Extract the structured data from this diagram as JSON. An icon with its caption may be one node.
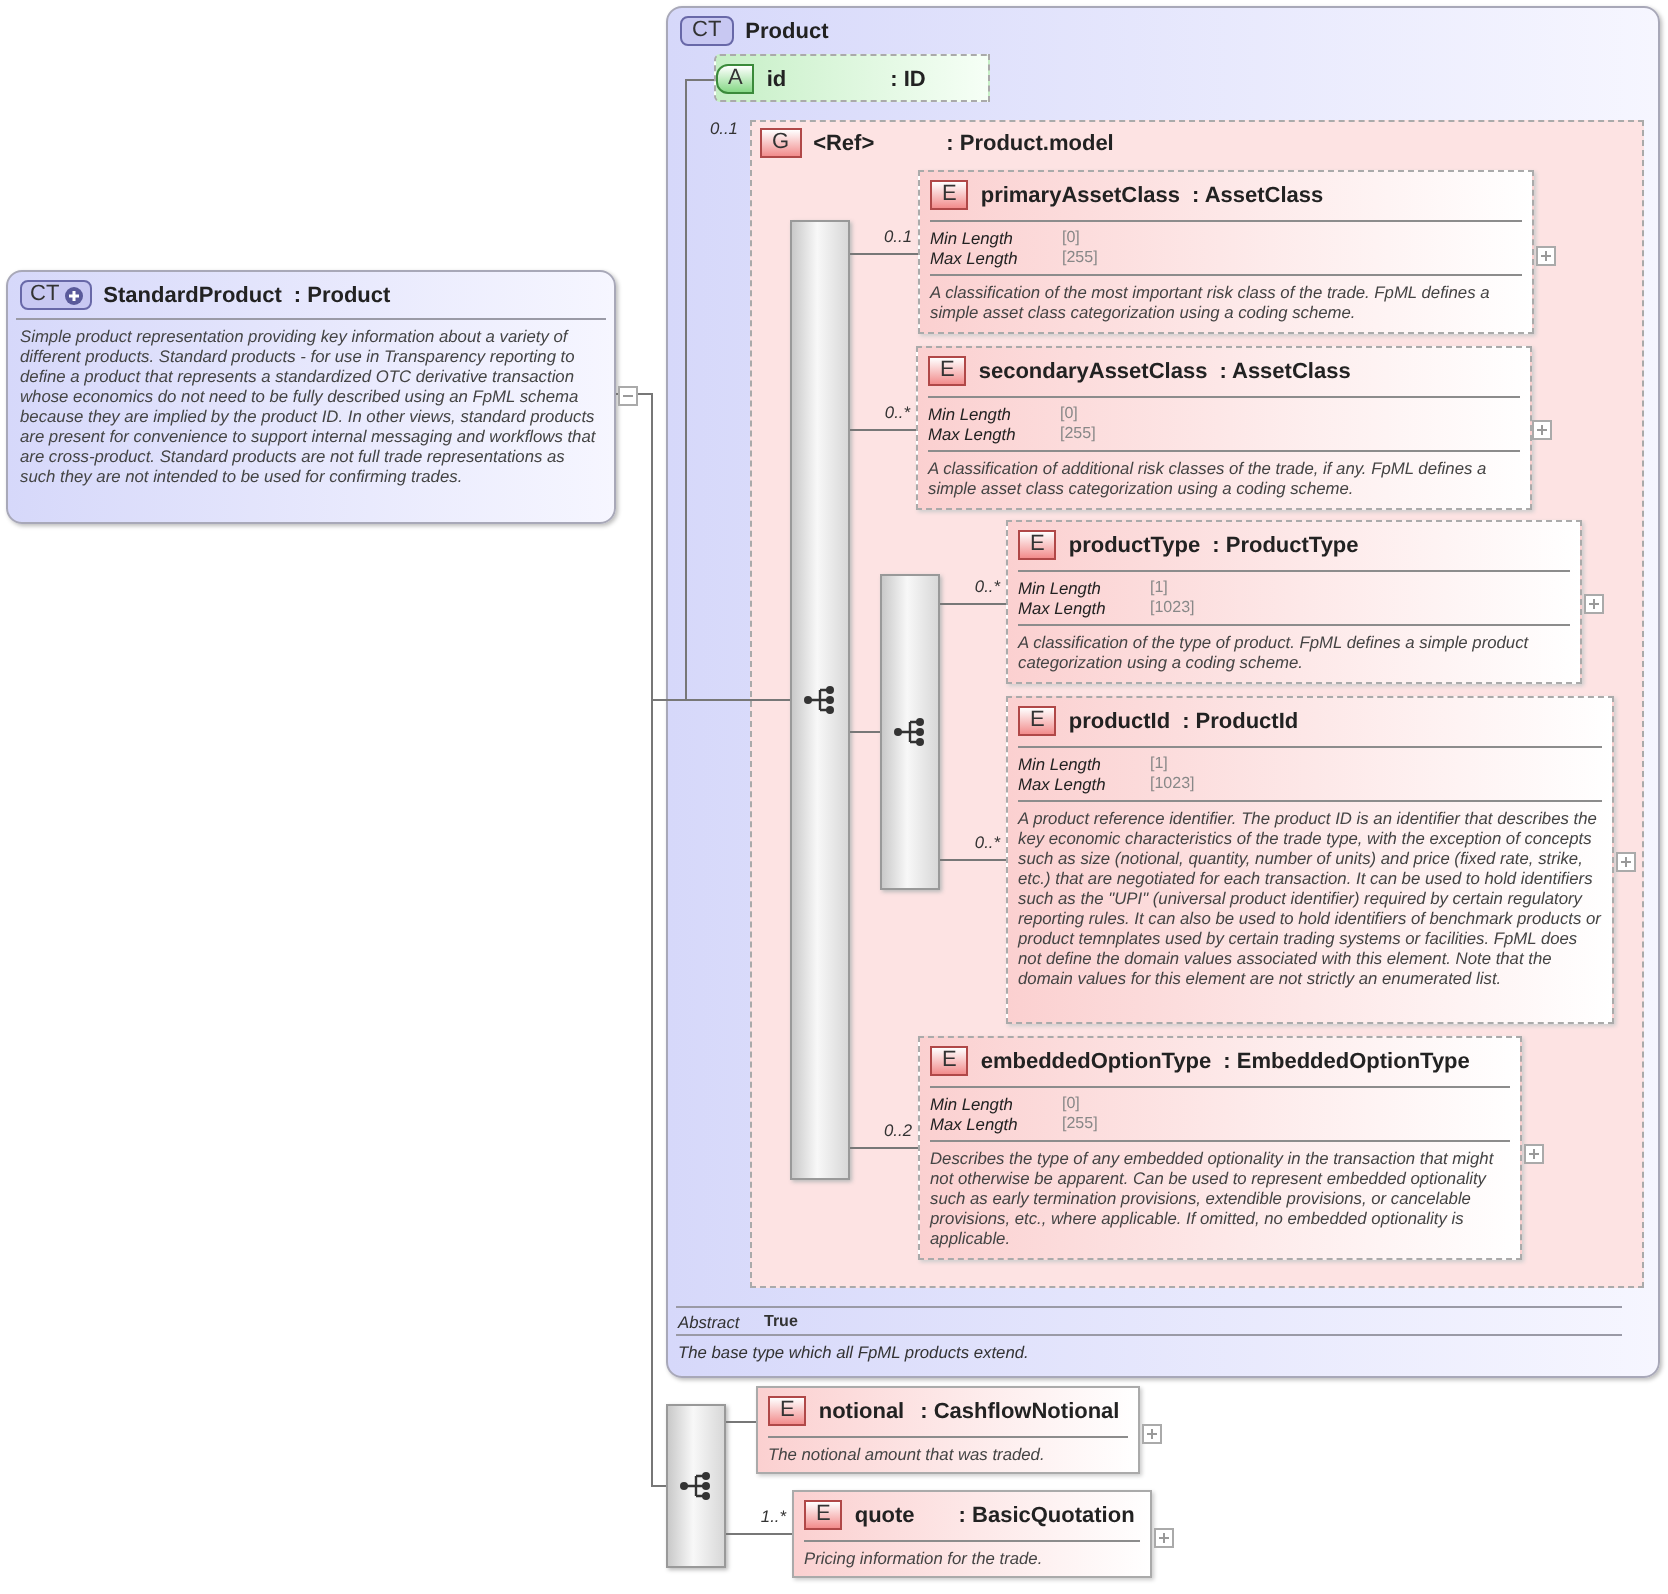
{
  "diagram": {
    "nodes": [
      {
        "text": [
          "CT",
          "StandardProduct",
          ": Product",
          "Simple product representation providing key information about a variety of different products. Standard products - for use in Transparency reporting to define a product that represents a standardized OTC derivative transaction whose economics do not need to be fully described using an FpML schema because they are implied by the product ID. In other views, standard products are present for convenience to support internal messaging and workflows that are cross-product. Standard products are not full trade representations as such they are not intended to be used for confirming trades."
        ]
      },
      {
        "text": [
          "CT",
          "Product",
          "Abstract",
          "True",
          "The base type which all FpML products extend."
        ]
      },
      {
        "text": [
          "A",
          "id",
          ": ID"
        ],
        "in": 1
      },
      {
        "text": [
          "G",
          "<Ref>",
          ": Product.model"
        ],
        "in": 1,
        "beside": [
          "0..1"
        ]
      },
      {
        "text": [],
        "shape": "bar",
        "in": 3
      },
      {
        "text": [
          "E",
          "primaryAssetClass",
          ": AssetClass",
          "Min Length",
          "[0]",
          "Max Length",
          "[255]",
          "A classification of the most important risk class of the trade. FpML defines a simple asset class categorization using a coding scheme."
        ],
        "in": 3
      },
      {
        "text": [
          "E",
          "secondaryAssetClass",
          ": AssetClass",
          "Min Length",
          "[0]",
          "Max Length",
          "[255]",
          "A classification of additional risk classes of the trade, if any. FpML defines a simple asset class categorization using a coding scheme."
        ],
        "in": 3
      },
      {
        "text": [],
        "shape": "bar",
        "in": 3
      },
      {
        "text": [
          "E",
          "productType",
          ": ProductType",
          "Min Length",
          "[1]",
          "Max Length",
          "[1023]",
          "A classification of the type of product. FpML defines a simple product categorization using a coding scheme."
        ],
        "in": 3
      },
      {
        "text": [
          "E",
          "productId",
          ": ProductId",
          "Min Length",
          "[1]",
          "Max Length",
          "[1023]",
          "A product reference identifier. The product ID is an identifier that describes the key economic characteristics of the trade type, with the exception of concepts such as size (notional, quantity, number of units) and price (fixed rate, strike, etc.) that are negotiated for each transaction. It can be used to hold identifiers such as the \"UPI\" (universal product identifier) required by certain regulatory reporting rules. It can also be used to hold identifiers of benchmark products or product temnplates used by certain trading systems or facilities. FpML does not define the domain values associated with this element. Note that the domain values for this element are not strictly an enumerated list."
        ],
        "in": 3
      },
      {
        "text": [
          "E",
          "embeddedOptionType",
          ": EmbeddedOptionType",
          "Min Length",
          "[0]",
          "Max Length",
          "[255]",
          "Describes the type of any embedded optionality in the transaction that might not otherwise be apparent. Can be used to represent embedded optionality such as early termination provisions, extendible provisions, or cancelable provisions, etc., where applicable. If omitted, no embedded optionality is applicable."
        ],
        "in": 3
      },
      {
        "text": [],
        "shape": "bar"
      },
      {
        "text": [
          "E",
          "notional",
          ": CashflowNotional",
          "The notional amount that was traded."
        ]
      },
      {
        "text": [
          "E",
          "quote",
          ": BasicQuotation",
          "Pricing information for the trade."
        ]
      }
    ],
    "edges": [
      {
        "from": 0,
        "to": 1,
        "arrow": "none"
      },
      {
        "from": 0,
        "to": 11,
        "arrow": "none"
      },
      {
        "from": 1,
        "to": 2,
        "arrow": "none"
      },
      {
        "from": 1,
        "to": 4,
        "arrow": "none"
      },
      {
        "from": 4,
        "to": 5,
        "arrow": "none",
        "label": "0..1"
      },
      {
        "from": 4,
        "to": 6,
        "arrow": "none",
        "label": "0..*"
      },
      {
        "from": 4,
        "to": 7,
        "arrow": "none"
      },
      {
        "from": 7,
        "to": 8,
        "arrow": "none",
        "label": "0..*"
      },
      {
        "from": 7,
        "to": 9,
        "arrow": "none",
        "label": "0..*"
      },
      {
        "from": 4,
        "to": 10,
        "arrow": "none",
        "label": "0..2"
      },
      {
        "from": 11,
        "to": 12,
        "arrow": "none"
      },
      {
        "from": 11,
        "to": 13,
        "arrow": "none",
        "label": "1..*"
      }
    ]
  }
}
